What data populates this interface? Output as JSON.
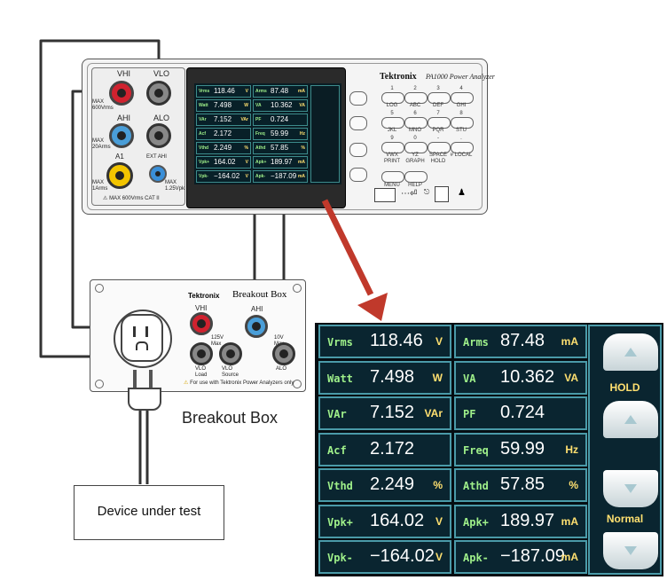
{
  "analyzer": {
    "brand": "Tektronix",
    "model": "PA1000 Power Analyzer",
    "jack_labels": {
      "vhi": "VHI",
      "vlo": "VLO",
      "ahi": "AHI",
      "alo": "ALO",
      "a1": "A1",
      "ext": "EXT AHI",
      "max_v": "MAX 600Vrms",
      "max_a": "MAX 20Arms",
      "max_a1": "MAX 1Arms",
      "max_ext": "MAX 1.25Vpk",
      "cat": "MAX 600Vrms CAT II"
    },
    "keypad": [
      {
        "num": "1",
        "label": "LOG"
      },
      {
        "num": "2",
        "label": "ABC"
      },
      {
        "num": "3",
        "label": "DEF"
      },
      {
        "num": "4",
        "label": "GHI"
      },
      {
        "num": "5",
        "label": "JKL"
      },
      {
        "num": "6",
        "label": "MNO"
      },
      {
        "num": "7",
        "label": "PQR"
      },
      {
        "num": "8",
        "label": "STU"
      },
      {
        "num": "9",
        "label": "VWX PRINT"
      },
      {
        "num": "0",
        "label": "YZ GRAPH"
      },
      {
        "num": "-",
        "label": "SPACE HOLD"
      },
      {
        "num": ".",
        "label": "# LOCAL"
      }
    ],
    "menu_label": "MENU",
    "help_label": "HELP"
  },
  "breakout": {
    "brand": "Tektronix",
    "title": "Breakout Box",
    "caption": "Breakout Box",
    "vhi": "VHI",
    "ahi": "AHI",
    "vlo_load": "VLO Load",
    "vlo_source": "VLO Source",
    "alo": "ALO",
    "max_v": "125V Max",
    "max_a": "10V Max",
    "warning": "For use with Tektronix Power Analyzers only"
  },
  "device_label": "Device under test",
  "display": {
    "rows": [
      {
        "left": {
          "name": "Vrms",
          "value": "118.46",
          "unit": "V"
        },
        "right": {
          "name": "Arms",
          "value": "87.48",
          "unit": "mA"
        }
      },
      {
        "left": {
          "name": "Watt",
          "value": "7.498",
          "unit": "W"
        },
        "right": {
          "name": "VA",
          "value": "10.362",
          "unit": "VA"
        }
      },
      {
        "left": {
          "name": "VAr",
          "value": "7.152",
          "unit": "VAr"
        },
        "right": {
          "name": "PF",
          "value": "0.724",
          "unit": ""
        }
      },
      {
        "left": {
          "name": "Acf",
          "value": "2.172",
          "unit": ""
        },
        "right": {
          "name": "Freq",
          "value": "59.99",
          "unit": "Hz"
        }
      },
      {
        "left": {
          "name": "Vthd",
          "value": "2.249",
          "unit": "%"
        },
        "right": {
          "name": "Athd",
          "value": "57.85",
          "unit": "%"
        }
      },
      {
        "left": {
          "name": "Vpk+",
          "value": "164.02",
          "unit": "V"
        },
        "right": {
          "name": "Apk+",
          "value": "189.97",
          "unit": "mA"
        }
      },
      {
        "left": {
          "name": "Vpk-",
          "value": "−164.02",
          "unit": "V"
        },
        "right": {
          "name": "Apk-",
          "value": "−187.09",
          "unit": "mA"
        }
      }
    ],
    "hold_label": "HOLD",
    "normal_label": "Normal"
  },
  "colors": {
    "wire": "#333333",
    "arrow": "#c0392b",
    "lcd_bg": "#0a2530",
    "lcd_border": "#4a9aa8",
    "param_green": "#9ff08a",
    "unit_yellow": "#ffe070"
  }
}
